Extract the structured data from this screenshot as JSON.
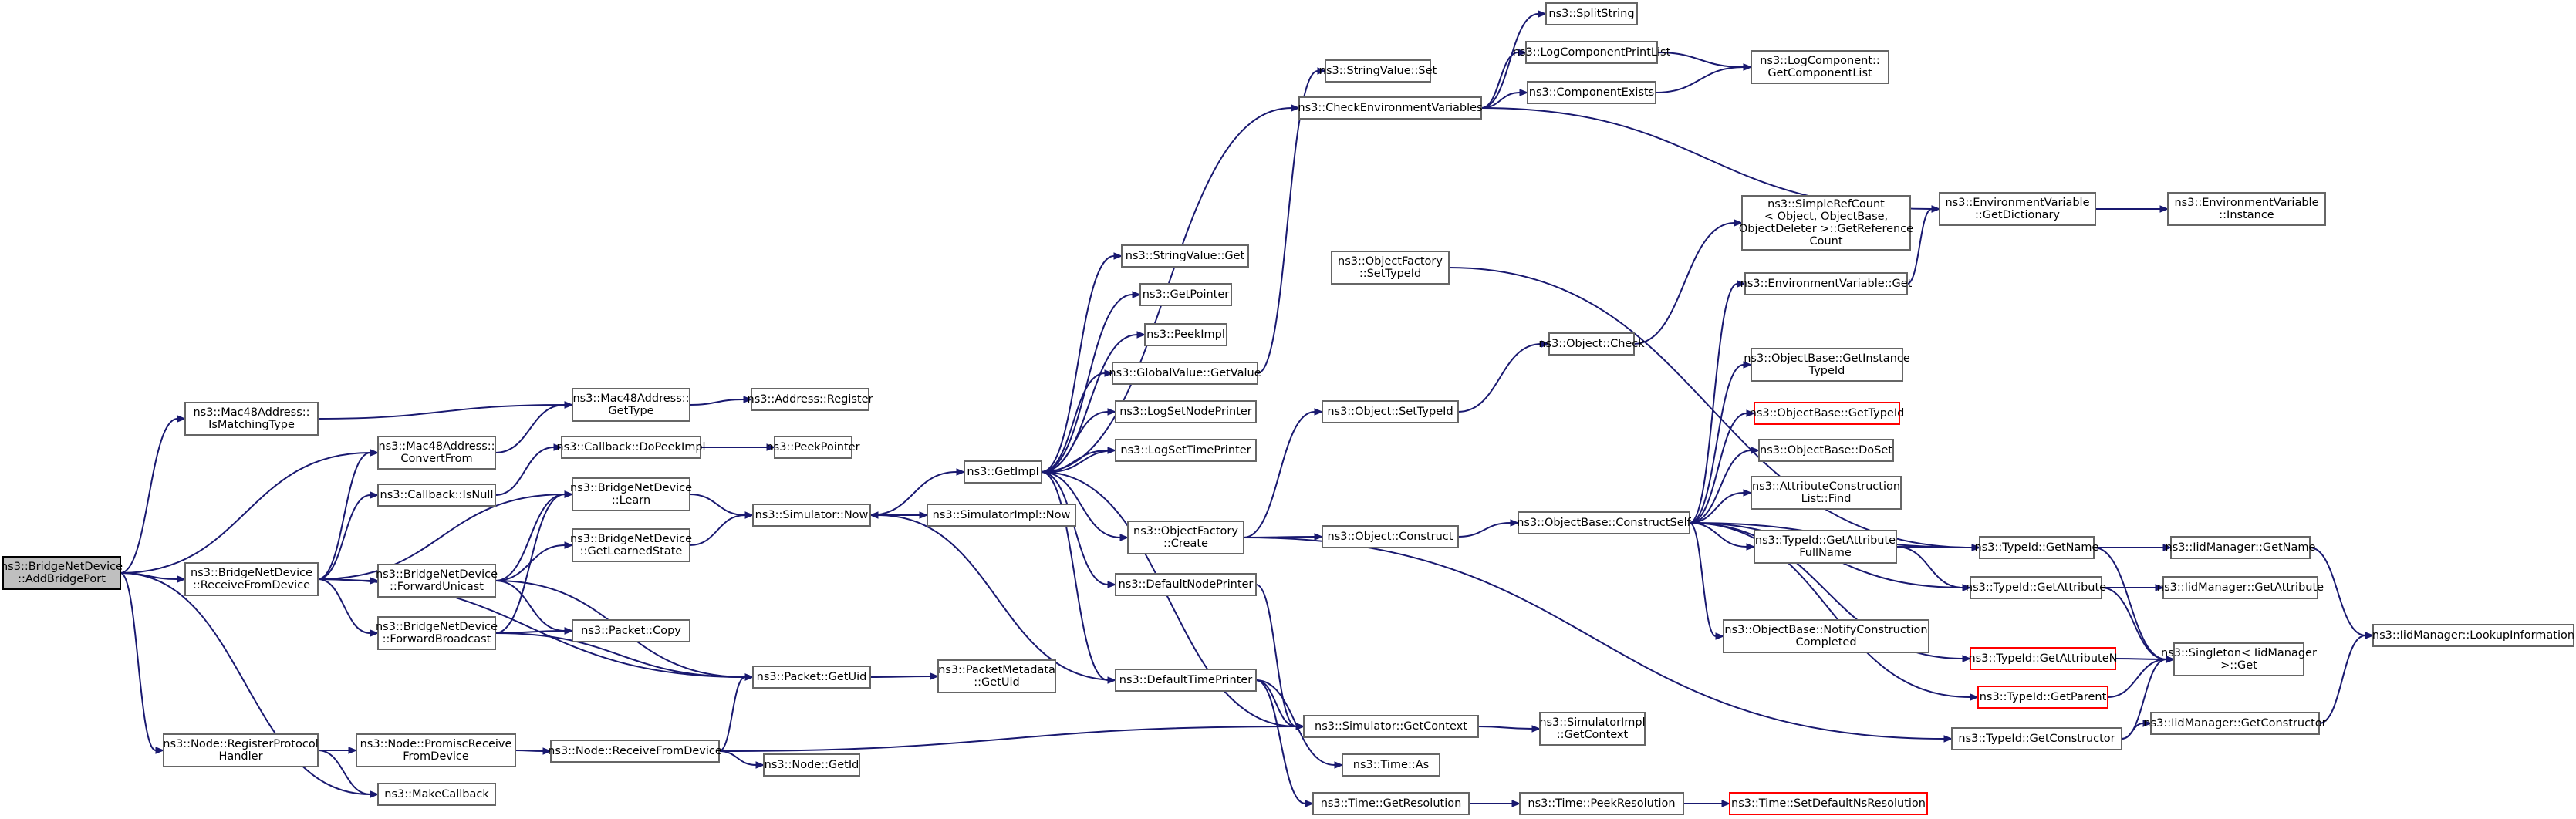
{
  "colors": {
    "edge": "#191970",
    "border": "#666666",
    "root_fill": "#bfbfbf",
    "missing_border": "#ff0000"
  },
  "nodes": [
    {
      "id": "n0",
      "lines": [
        "ns3::BridgeNetDevice",
        "::AddBridgePort"
      ],
      "style": "root"
    },
    {
      "id": "n1",
      "lines": [
        "ns3::Mac48Address::",
        "IsMatchingType"
      ]
    },
    {
      "id": "n2",
      "lines": [
        "ns3::Mac48Address::",
        "ConvertFrom"
      ]
    },
    {
      "id": "n3",
      "lines": [
        "ns3::BridgeNetDevice",
        "::ReceiveFromDevice"
      ]
    },
    {
      "id": "n4",
      "lines": [
        "ns3::Node::RegisterProtocol",
        "Handler"
      ]
    },
    {
      "id": "n5",
      "lines": [
        "ns3::MakeCallback"
      ]
    },
    {
      "id": "n6",
      "lines": [
        "ns3::Callback::IsNull"
      ]
    },
    {
      "id": "n7",
      "lines": [
        "ns3::BridgeNetDevice",
        "::ForwardUnicast"
      ]
    },
    {
      "id": "n8",
      "lines": [
        "ns3::BridgeNetDevice",
        "::ForwardBroadcast"
      ]
    },
    {
      "id": "n9",
      "lines": [
        "ns3::Node::PromiscReceive",
        "FromDevice"
      ]
    },
    {
      "id": "n10",
      "lines": [
        "ns3::Mac48Address::",
        "GetType"
      ]
    },
    {
      "id": "n11",
      "lines": [
        "ns3::Callback::DoPeekImpl"
      ]
    },
    {
      "id": "n12",
      "lines": [
        "ns3::BridgeNetDevice",
        "::Learn"
      ]
    },
    {
      "id": "n13",
      "lines": [
        "ns3::BridgeNetDevice",
        "::GetLearnedState"
      ]
    },
    {
      "id": "n14",
      "lines": [
        "ns3::Packet::Copy"
      ]
    },
    {
      "id": "n15",
      "lines": [
        "ns3::Packet::GetUid"
      ]
    },
    {
      "id": "n16",
      "lines": [
        "ns3::Node::ReceiveFromDevice"
      ]
    },
    {
      "id": "n17",
      "lines": [
        "ns3::Address::Register"
      ]
    },
    {
      "id": "n18",
      "lines": [
        "ns3::PeekPointer"
      ]
    },
    {
      "id": "n19",
      "lines": [
        "ns3::Simulator::Now"
      ]
    },
    {
      "id": "n20",
      "lines": [
        "ns3::PacketMetadata",
        "::GetUid"
      ]
    },
    {
      "id": "n21",
      "lines": [
        "ns3::Node::GetId"
      ]
    },
    {
      "id": "n22",
      "lines": [
        "ns3::GetImpl"
      ]
    },
    {
      "id": "n23",
      "lines": [
        "ns3::SimulatorImpl::Now"
      ]
    },
    {
      "id": "n24",
      "lines": [
        "ns3::StringValue::Get"
      ]
    },
    {
      "id": "n25",
      "lines": [
        "ns3::GetPointer"
      ]
    },
    {
      "id": "n26",
      "lines": [
        "ns3::PeekImpl"
      ]
    },
    {
      "id": "n27",
      "lines": [
        "ns3::GlobalValue::GetValue"
      ]
    },
    {
      "id": "n28",
      "lines": [
        "ns3::LogSetNodePrinter"
      ]
    },
    {
      "id": "n29",
      "lines": [
        "ns3::LogSetTimePrinter"
      ]
    },
    {
      "id": "n30",
      "lines": [
        "ns3::ObjectFactory",
        "::Create"
      ]
    },
    {
      "id": "n31",
      "lines": [
        "ns3::DefaultNodePrinter"
      ]
    },
    {
      "id": "n32",
      "lines": [
        "ns3::DefaultTimePrinter"
      ]
    },
    {
      "id": "n33",
      "lines": [
        "ns3::StringValue::Set"
      ]
    },
    {
      "id": "n34",
      "lines": [
        "ns3::CheckEnvironmentVariables"
      ]
    },
    {
      "id": "n35",
      "lines": [
        "ns3::ObjectFactory",
        "::SetTypeId"
      ]
    },
    {
      "id": "n36",
      "lines": [
        "ns3::Object::SetTypeId"
      ]
    },
    {
      "id": "n37",
      "lines": [
        "ns3::Object::Construct"
      ]
    },
    {
      "id": "n38",
      "lines": [
        "ns3::Simulator::GetContext"
      ]
    },
    {
      "id": "n39",
      "lines": [
        "ns3::Time::As"
      ]
    },
    {
      "id": "n40",
      "lines": [
        "ns3::Time::GetResolution"
      ]
    },
    {
      "id": "n41",
      "lines": [
        "ns3::SplitString"
      ]
    },
    {
      "id": "n42",
      "lines": [
        "ns3::LogComponentPrintList"
      ]
    },
    {
      "id": "n43",
      "lines": [
        "ns3::ComponentExists"
      ]
    },
    {
      "id": "n44",
      "lines": [
        "ns3::Object::Check"
      ]
    },
    {
      "id": "n45",
      "lines": [
        "ns3::ObjectBase::ConstructSelf"
      ]
    },
    {
      "id": "n46",
      "lines": [
        "ns3::SimulatorImpl",
        "::GetContext"
      ]
    },
    {
      "id": "n47",
      "lines": [
        "ns3::Time::PeekResolution"
      ]
    },
    {
      "id": "n48",
      "lines": [
        "ns3::LogComponent::",
        "GetComponentList"
      ]
    },
    {
      "id": "n49",
      "lines": [
        "ns3::SimpleRefCount",
        "< Object, ObjectBase,",
        "ObjectDeleter >::GetReference",
        "Count"
      ]
    },
    {
      "id": "n50",
      "lines": [
        "ns3::EnvironmentVariable::Get"
      ]
    },
    {
      "id": "n51",
      "lines": [
        "ns3::ObjectBase::GetInstance",
        "TypeId"
      ]
    },
    {
      "id": "n52",
      "lines": [
        "ns3::ObjectBase::GetTypeId"
      ],
      "style": "red"
    },
    {
      "id": "n53",
      "lines": [
        "ns3::ObjectBase::DoSet"
      ]
    },
    {
      "id": "n54",
      "lines": [
        "ns3::AttributeConstruction",
        "List::Find"
      ]
    },
    {
      "id": "n55",
      "lines": [
        "ns3::TypeId::GetAttribute",
        "FullName"
      ]
    },
    {
      "id": "n56",
      "lines": [
        "ns3::ObjectBase::NotifyConstruction",
        "Completed"
      ]
    },
    {
      "id": "n57",
      "lines": [
        "ns3::TypeId::GetAttributeN"
      ],
      "style": "red"
    },
    {
      "id": "n58",
      "lines": [
        "ns3::TypeId::GetParent"
      ],
      "style": "red"
    },
    {
      "id": "n59",
      "lines": [
        "ns3::TypeId::GetConstructor"
      ]
    },
    {
      "id": "n60",
      "lines": [
        "ns3::Time::SetDefaultNsResolution"
      ],
      "style": "red"
    },
    {
      "id": "n61",
      "lines": [
        "ns3::EnvironmentVariable",
        "::GetDictionary"
      ]
    },
    {
      "id": "n62",
      "lines": [
        "ns3::TypeId::GetName"
      ]
    },
    {
      "id": "n63",
      "lines": [
        "ns3::TypeId::GetAttribute"
      ]
    },
    {
      "id": "n64",
      "lines": [
        "ns3::Singleton< IidManager",
        ">::Get"
      ]
    },
    {
      "id": "n65",
      "lines": [
        "ns3::EnvironmentVariable",
        "::Instance"
      ]
    },
    {
      "id": "n66",
      "lines": [
        "ns3::IidManager::GetName"
      ]
    },
    {
      "id": "n67",
      "lines": [
        "ns3::IidManager::GetAttribute"
      ]
    },
    {
      "id": "n68",
      "lines": [
        "ns3::IidManager::GetConstructor"
      ]
    },
    {
      "id": "n69",
      "lines": [
        "ns3::IidManager::LookupInformation"
      ]
    }
  ],
  "edges": [
    [
      "n0",
      "n1"
    ],
    [
      "n0",
      "n2"
    ],
    [
      "n0",
      "n3"
    ],
    [
      "n0",
      "n4"
    ],
    [
      "n0",
      "n5"
    ],
    [
      "n1",
      "n10"
    ],
    [
      "n2",
      "n10"
    ],
    [
      "n3",
      "n2"
    ],
    [
      "n3",
      "n6"
    ],
    [
      "n3",
      "n12"
    ],
    [
      "n3",
      "n7"
    ],
    [
      "n3",
      "n8"
    ],
    [
      "n3",
      "n15"
    ],
    [
      "n4",
      "n9"
    ],
    [
      "n4",
      "n5"
    ],
    [
      "n6",
      "n11"
    ],
    [
      "n11",
      "n18"
    ],
    [
      "n10",
      "n17"
    ],
    [
      "n7",
      "n12"
    ],
    [
      "n7",
      "n13"
    ],
    [
      "n7",
      "n14"
    ],
    [
      "n7",
      "n15"
    ],
    [
      "n8",
      "n12"
    ],
    [
      "n8",
      "n14"
    ],
    [
      "n8",
      "n15"
    ],
    [
      "n9",
      "n16"
    ],
    [
      "n12",
      "n19"
    ],
    [
      "n13",
      "n19"
    ],
    [
      "n15",
      "n20"
    ],
    [
      "n16",
      "n15"
    ],
    [
      "n16",
      "n21"
    ],
    [
      "n16",
      "n38"
    ],
    [
      "n19",
      "n22"
    ],
    [
      "n19",
      "n23"
    ],
    [
      "n22",
      "n24"
    ],
    [
      "n22",
      "n25"
    ],
    [
      "n22",
      "n26"
    ],
    [
      "n22",
      "n27"
    ],
    [
      "n22",
      "n28"
    ],
    [
      "n22",
      "n29"
    ],
    [
      "n22",
      "n30"
    ],
    [
      "n22",
      "n31"
    ],
    [
      "n22",
      "n32"
    ],
    [
      "n22",
      "n34"
    ],
    [
      "n22",
      "n38"
    ],
    [
      "n27",
      "n33"
    ],
    [
      "n29",
      "n22"
    ],
    [
      "n30",
      "n36"
    ],
    [
      "n30",
      "n37"
    ],
    [
      "n30",
      "n59"
    ],
    [
      "n31",
      "n38"
    ],
    [
      "n32",
      "n19"
    ],
    [
      "n32",
      "n38"
    ],
    [
      "n32",
      "n39"
    ],
    [
      "n32",
      "n40"
    ],
    [
      "n34",
      "n41"
    ],
    [
      "n34",
      "n42"
    ],
    [
      "n34",
      "n43"
    ],
    [
      "n34",
      "n61"
    ],
    [
      "n35",
      "n62"
    ],
    [
      "n36",
      "n44"
    ],
    [
      "n37",
      "n45"
    ],
    [
      "n38",
      "n46"
    ],
    [
      "n40",
      "n47"
    ],
    [
      "n47",
      "n60"
    ],
    [
      "n42",
      "n48"
    ],
    [
      "n43",
      "n48"
    ],
    [
      "n44",
      "n49"
    ],
    [
      "n45",
      "n50"
    ],
    [
      "n45",
      "n51"
    ],
    [
      "n45",
      "n52"
    ],
    [
      "n45",
      "n53"
    ],
    [
      "n45",
      "n54"
    ],
    [
      "n45",
      "n55"
    ],
    [
      "n45",
      "n56"
    ],
    [
      "n45",
      "n57"
    ],
    [
      "n45",
      "n58"
    ],
    [
      "n45",
      "n62"
    ],
    [
      "n45",
      "n63"
    ],
    [
      "n50",
      "n61"
    ],
    [
      "n55",
      "n62"
    ],
    [
      "n55",
      "n63"
    ],
    [
      "n57",
      "n64"
    ],
    [
      "n58",
      "n64"
    ],
    [
      "n59",
      "n64"
    ],
    [
      "n59",
      "n68"
    ],
    [
      "n61",
      "n65"
    ],
    [
      "n62",
      "n64"
    ],
    [
      "n62",
      "n66"
    ],
    [
      "n63",
      "n64"
    ],
    [
      "n63",
      "n67"
    ],
    [
      "n66",
      "n69"
    ],
    [
      "n68",
      "n69"
    ]
  ]
}
